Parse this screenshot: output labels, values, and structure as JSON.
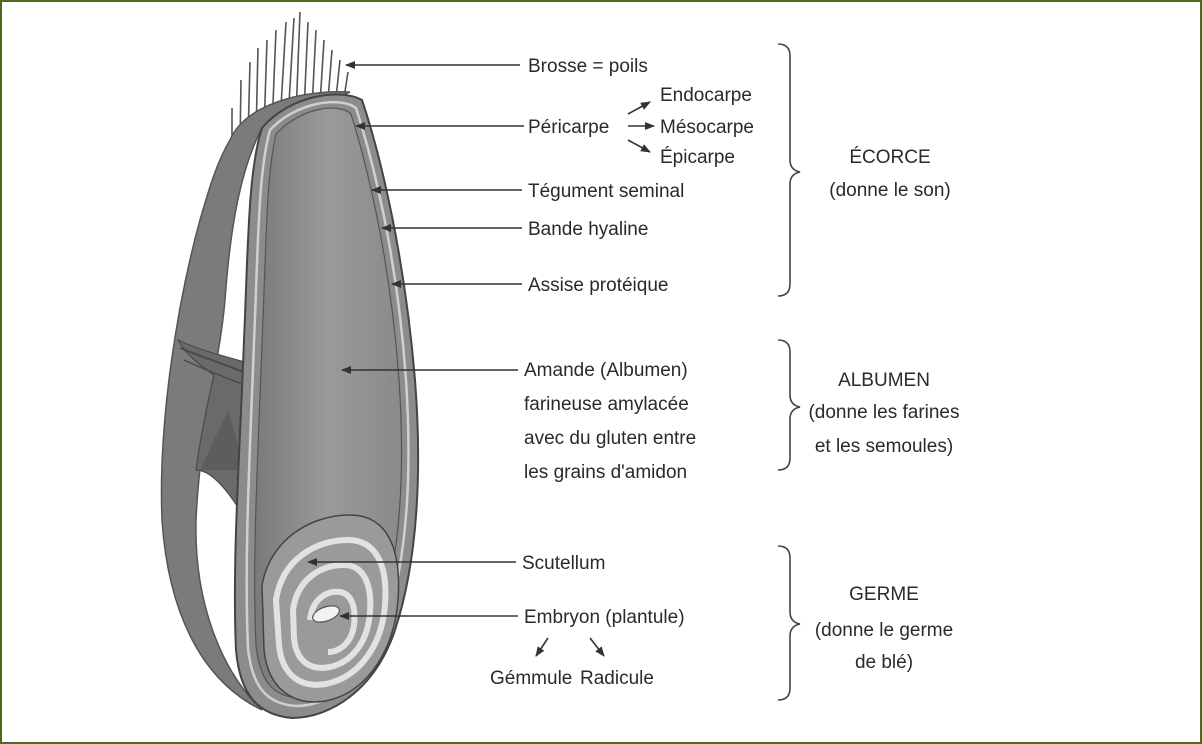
{
  "labels": {
    "brosse": "Brosse = poils",
    "pericarpe": "Péricarpe",
    "endocarpe": "Endocarpe",
    "mesocarpe": "Mésocarpe",
    "epicarpe": "Épicarpe",
    "tegument": "Tégument seminal",
    "bande": "Bande hyaline",
    "assise": "Assise protéique",
    "amande": [
      "Amande (Albumen)",
      "farineuse amylacée",
      "avec du gluten entre",
      "les grains d'amidon"
    ],
    "scutellum": "Scutellum",
    "embryon": "Embryon (plantule)",
    "gemmule": "Gémmule",
    "radicule": "Radicule"
  },
  "groups": {
    "ecorce": [
      "ÉCORCE",
      "(donne le son)"
    ],
    "albumen": [
      "ALBUMEN",
      "(donne les farines",
      "et les semoules)"
    ],
    "germe": [
      "GERME",
      "(donne le germe",
      "de blé)"
    ]
  },
  "colors": {
    "frame": "#4e6a1f",
    "grain_body": "#8f8f8f",
    "grain_dark": "#6d6d6d",
    "germ_light": "#d9d9d9"
  }
}
